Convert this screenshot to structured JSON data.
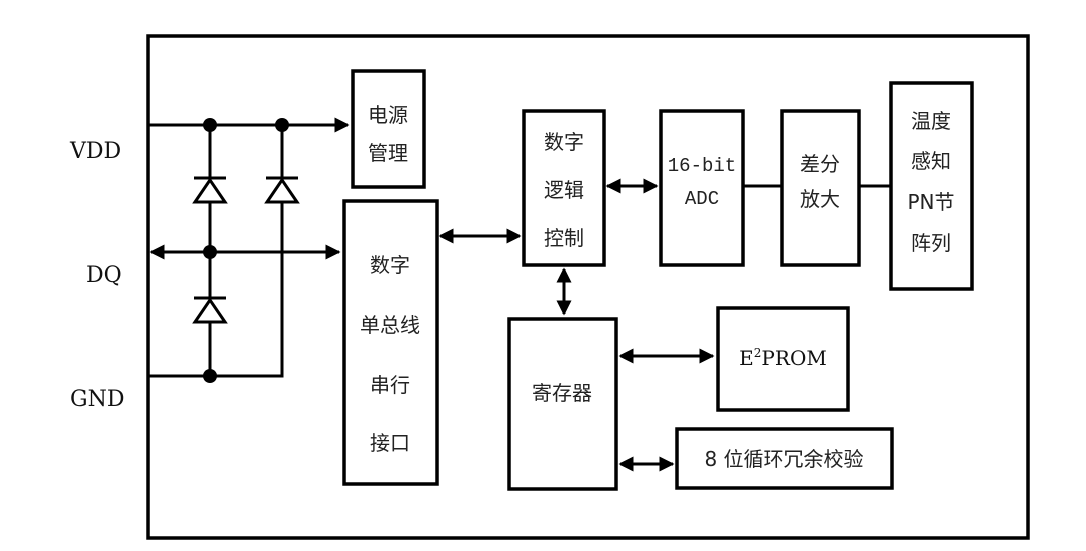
{
  "pins": {
    "vdd": "VDD",
    "dq": "DQ",
    "gnd": "GND"
  },
  "blocks": {
    "power_mgmt": [
      "电源",
      "管理"
    ],
    "one_wire_if": [
      "数字",
      "单总线",
      "串行",
      "接口"
    ],
    "logic_ctrl": [
      "数字",
      "逻辑",
      "控制"
    ],
    "adc": [
      "16-bit",
      "ADC"
    ],
    "diff_amp": [
      "差分",
      "放大"
    ],
    "temp_sensor": [
      "温度",
      "感知",
      "PN节",
      "阵列"
    ],
    "register": "寄存器",
    "eeprom": {
      "prefix": "E",
      "sup": "2",
      "suffix": "PROM"
    },
    "crc": "8 位循环冗余校验"
  },
  "colors": {
    "line": "#000000",
    "text": "#222222",
    "background": "#ffffff"
  }
}
